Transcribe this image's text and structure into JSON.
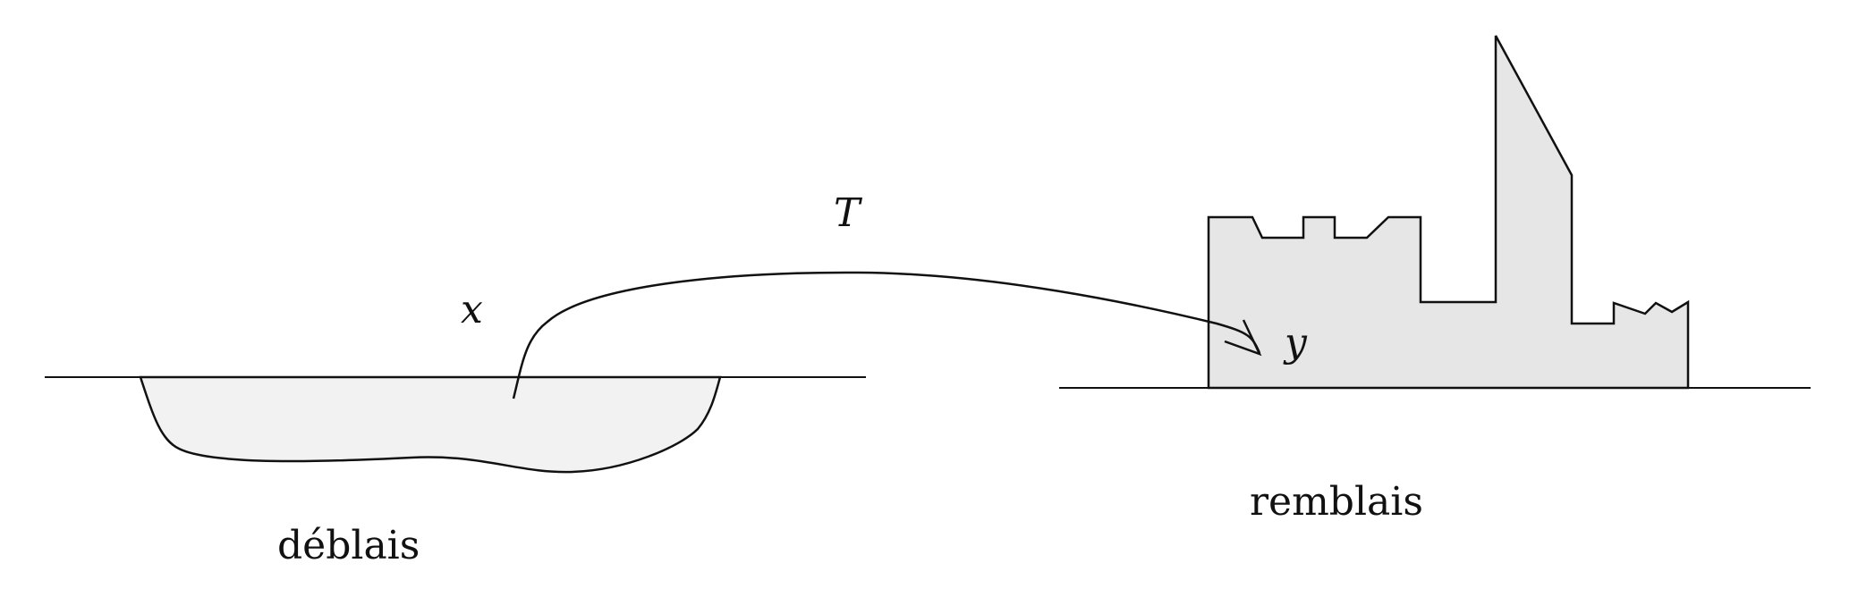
{
  "labels": {
    "x": "x",
    "y": "y",
    "T": "T",
    "deblais": "déblais",
    "remblais": "remblais"
  },
  "colors": {
    "stroke": "#111111",
    "deblais_fill": "#f2f2f2",
    "remblais_fill": "#e6e6e6",
    "background": "#ffffff"
  }
}
